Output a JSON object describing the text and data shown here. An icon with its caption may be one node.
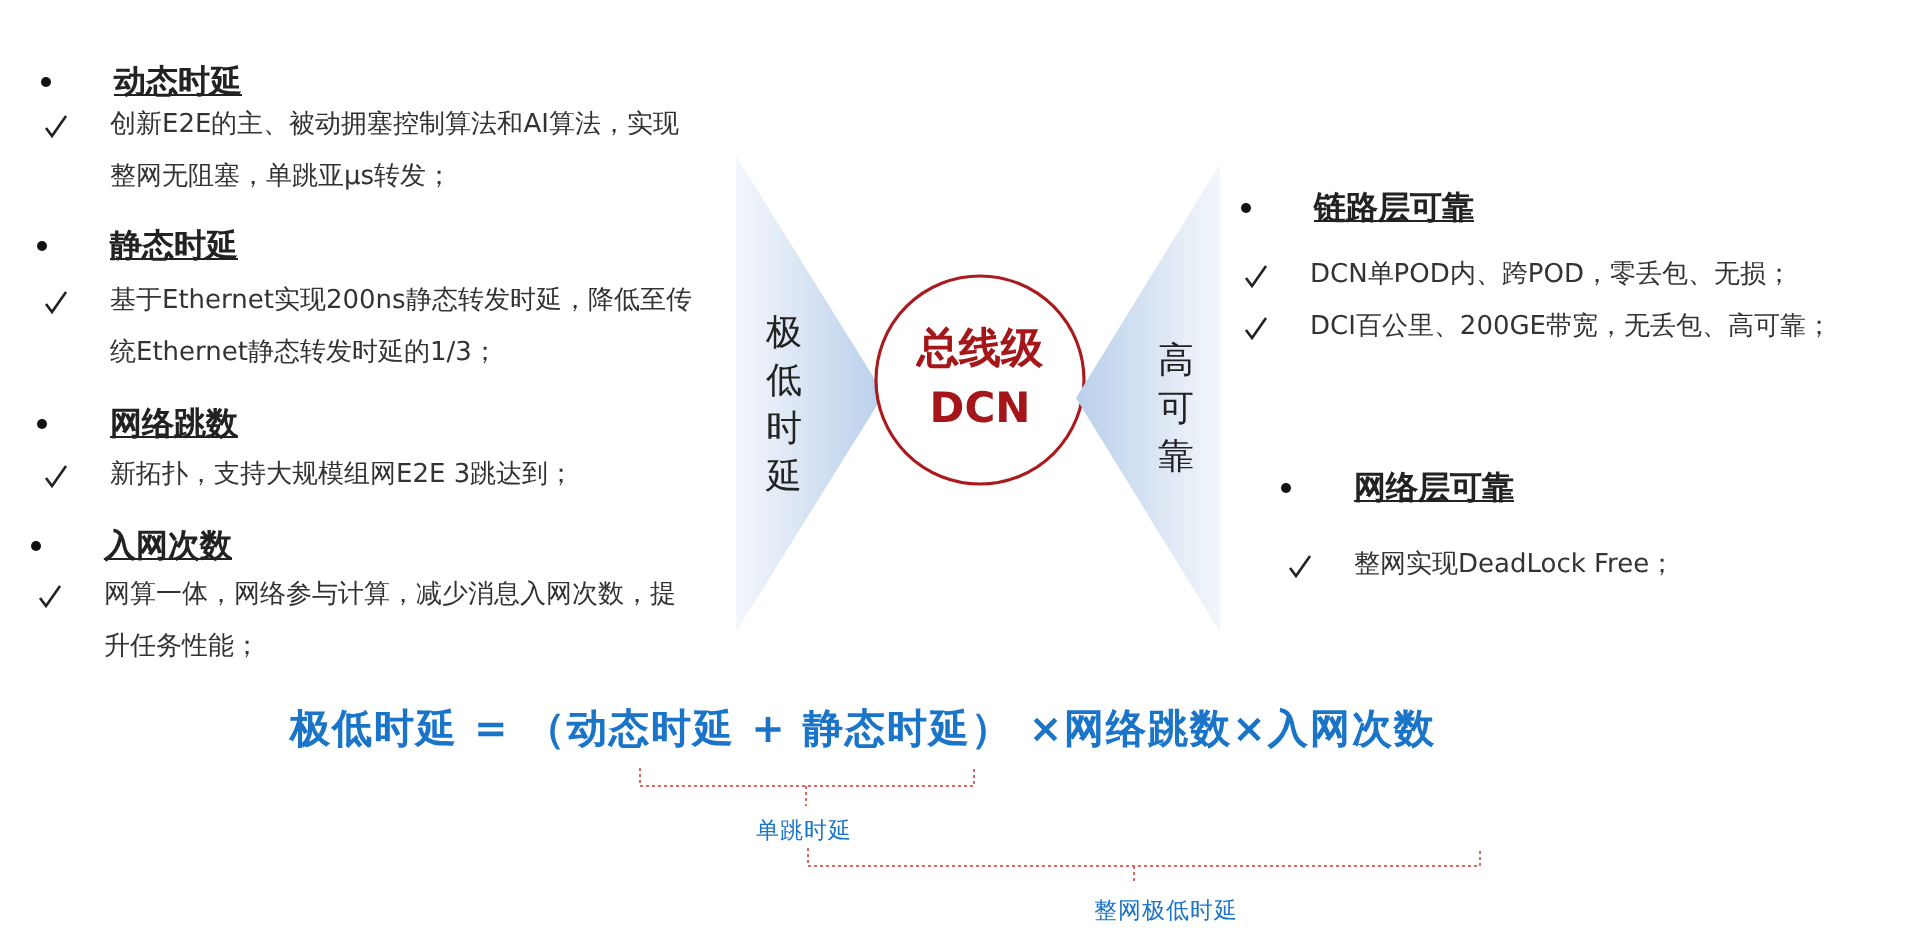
{
  "diagram": {
    "nodes": [
      {
        "text": [
          "极低时延"
        ]
      },
      {
        "text": [
          "总线级DCN"
        ]
      },
      {
        "text": [
          "高可靠"
        ]
      }
    ],
    "labels": [
      "动态时延",
      "创新E2E的主、被动拥塞控制算法和AI算法，实现整网无阻塞，单跳亚μs转发；",
      "静态时延",
      "基于Ethernet实现200ns静态转发时延，降低至传统Ethernet静态转发时延的1/3；",
      "网络跳数",
      "新拓扑，支持大规模组网E2E 3跳达到；",
      "入网次数",
      "网算一体，网络参与计算，减少消息入网次数，提升任务性能；",
      "链路层可靠",
      "DCN单POD内、跨POD，零丢包、无损；",
      "DCI百公里、200GE带宽，无丢包、高可靠；",
      "网络层可靠",
      "整网实现DeadLock Free；",
      "极低时延 = （动态时延 + 静态时延） ×网络跳数×入网次数",
      "单跳时延",
      "整网极低时延"
    ]
  }
}
